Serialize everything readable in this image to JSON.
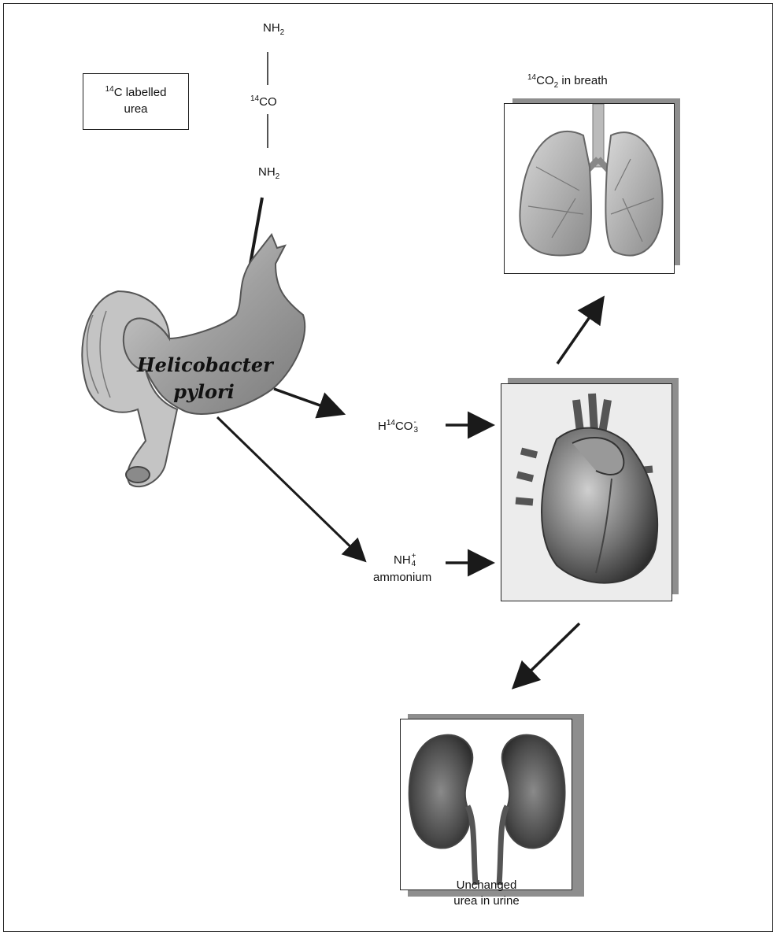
{
  "formula": {
    "top_nh2": {
      "base": "NH",
      "sub": "2"
    },
    "middle_co": {
      "sup": "14",
      "base": "CO"
    },
    "bottom_nh2": {
      "base": "NH",
      "sub": "2"
    }
  },
  "urea_box": {
    "sup": "14",
    "line1": "C labelled",
    "line2": "urea"
  },
  "breath_label": {
    "sup": "14",
    "base": "CO",
    "sub": "2",
    "rest": " in breath"
  },
  "stomach_label": {
    "line1": "Helicobacter",
    "line2": "pylori"
  },
  "bicarbonate_label": {
    "pre": "H",
    "sup": "14",
    "base": "CO",
    "charge": "-",
    "sub": "3"
  },
  "ammonium_label": {
    "base": "NH",
    "charge": "+",
    "sub": "4",
    "name": "ammonium"
  },
  "urine_label": {
    "line1": "Unchanged",
    "line2": "urea in urine"
  },
  "colors": {
    "line": "#1a1a1a",
    "panel_shadow": "#8e8e8e",
    "organ": "#9a9a9a"
  }
}
